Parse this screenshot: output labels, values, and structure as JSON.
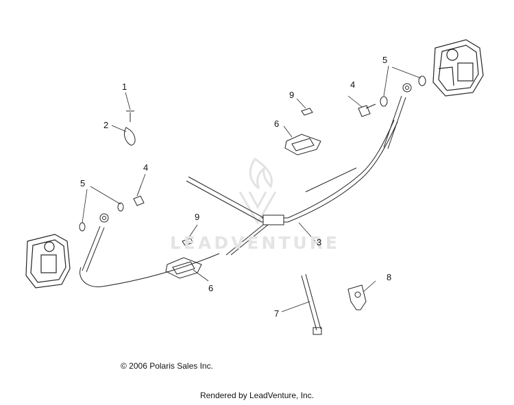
{
  "diagram": {
    "callouts": [
      {
        "id": "c1",
        "label": "1"
      },
      {
        "id": "c2",
        "label": "2"
      },
      {
        "id": "c4a",
        "label": "4"
      },
      {
        "id": "c5a",
        "label": "5"
      },
      {
        "id": "c9a",
        "label": "9"
      },
      {
        "id": "c6a",
        "label": "6"
      },
      {
        "id": "c9b",
        "label": "9"
      },
      {
        "id": "c4b",
        "label": "4"
      },
      {
        "id": "c5b",
        "label": "5"
      },
      {
        "id": "c6b",
        "label": "6"
      },
      {
        "id": "c3",
        "label": "3"
      },
      {
        "id": "c7",
        "label": "7"
      },
      {
        "id": "c8",
        "label": "8"
      }
    ],
    "copyright": "© 2006 Polaris Sales Inc.",
    "footer": "Rendered by LeadVenture, Inc.",
    "watermark": "LEADVENTURE"
  }
}
